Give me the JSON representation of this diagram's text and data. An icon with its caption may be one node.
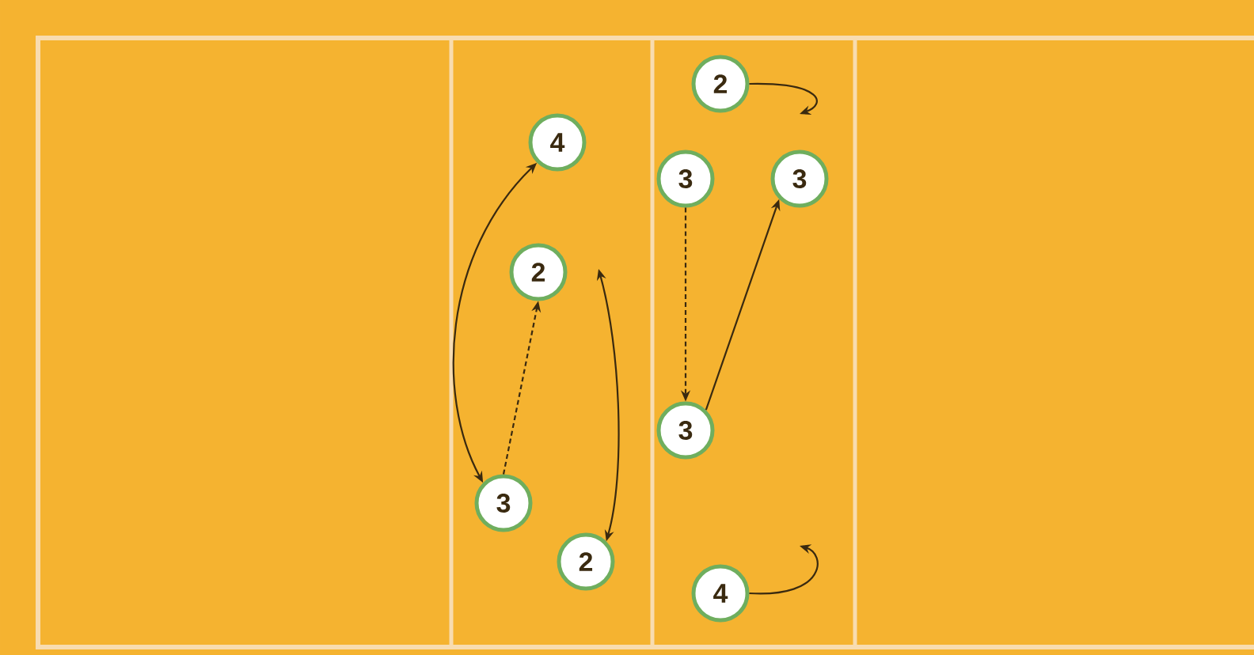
{
  "diagram": {
    "nodes": [
      {
        "text": [
          "2"
        ]
      },
      {
        "text": [
          "4"
        ]
      },
      {
        "text": [
          "3"
        ]
      },
      {
        "text": [
          "3"
        ]
      },
      {
        "text": [
          "2"
        ]
      },
      {
        "text": [
          "3"
        ]
      },
      {
        "text": [
          "3"
        ]
      },
      {
        "text": [
          "2"
        ]
      },
      {
        "text": [
          "4"
        ]
      }
    ],
    "edges": [
      {
        "from": 1,
        "to": 6,
        "arrow": "both"
      },
      {
        "from": 6,
        "to": 4,
        "arrow": "to",
        "style": "dashed"
      },
      {
        "from": 7,
        "to": null,
        "arrow": "both"
      },
      {
        "from": 2,
        "to": 5,
        "arrow": "to",
        "style": "dashed"
      },
      {
        "from": 5,
        "to": 3,
        "arrow": "to"
      },
      {
        "from": 0,
        "to": null,
        "arrow": "to"
      },
      {
        "from": 8,
        "to": null,
        "arrow": "to"
      }
    ]
  }
}
